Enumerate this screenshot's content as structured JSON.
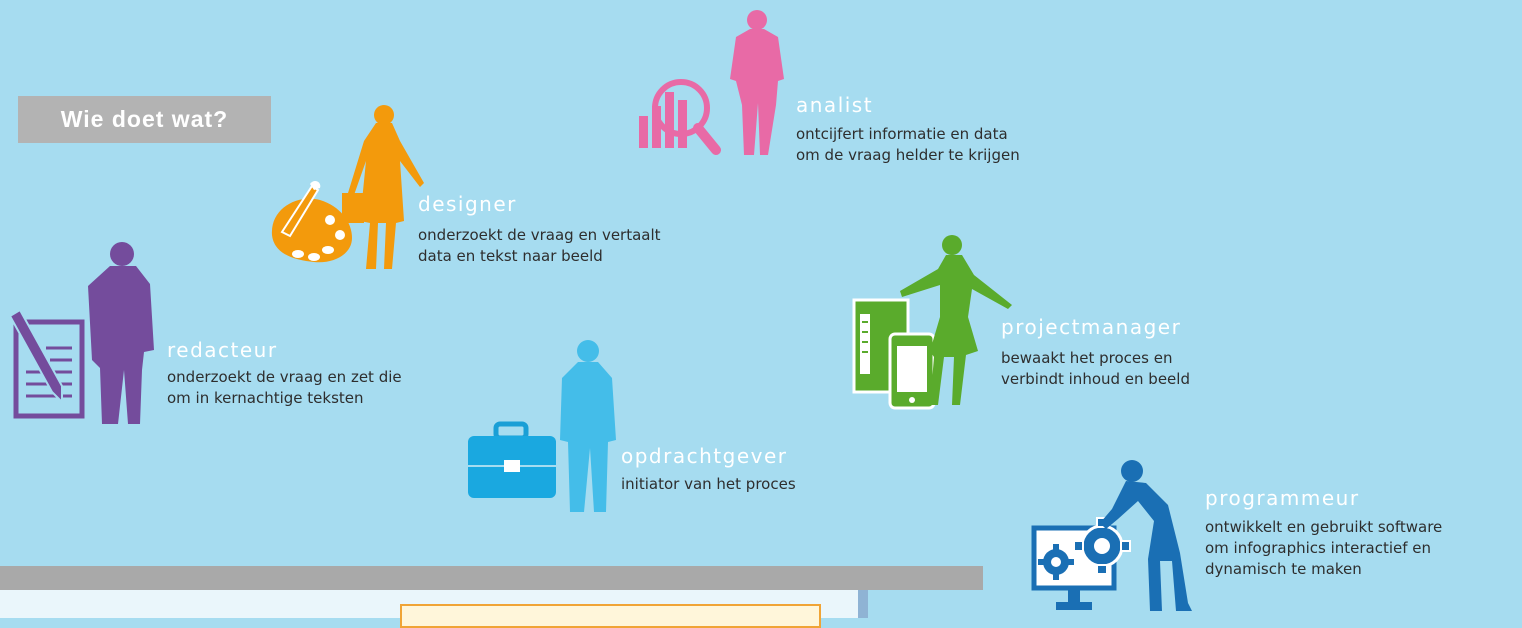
{
  "title": "Wie doet wat?",
  "colors": {
    "background": "#a6dcf0",
    "designer": "#f39a0c",
    "analist": "#e86aa6",
    "redacteur": "#744c9c",
    "opdrachtgever": "#44bde9",
    "projectmanager": "#5aab2c",
    "programmeur": "#1a6fb4"
  },
  "roles": {
    "analist": {
      "name": "analist",
      "line1": "ontcijfert informatie en data",
      "line2": "om de vraag helder te krijgen",
      "icon": "magnifier-chart-icon"
    },
    "designer": {
      "name": "designer",
      "line1": "onderzoekt de vraag en vertaalt",
      "line2": "data en tekst naar beeld",
      "icon": "paint-palette-icon"
    },
    "redacteur": {
      "name": "redacteur",
      "line1": "onderzoekt de vraag en zet die",
      "line2": "om in kernachtige teksten",
      "icon": "notepad-pencil-icon"
    },
    "projectmanager": {
      "name": "projectmanager",
      "line1": "bewaakt het proces en",
      "line2": "verbindt inhoud en beeld",
      "icon": "binder-phone-icon"
    },
    "opdrachtgever": {
      "name": "opdrachtgever",
      "line1": "initiator van het proces",
      "icon": "briefcase-icon"
    },
    "programmeur": {
      "name": "programmeur",
      "line1": "ontwikkelt  en gebruikt software",
      "line2": "om infographics interactief en",
      "line3": "dynamisch te maken",
      "icon": "monitor-gears-icon"
    }
  }
}
